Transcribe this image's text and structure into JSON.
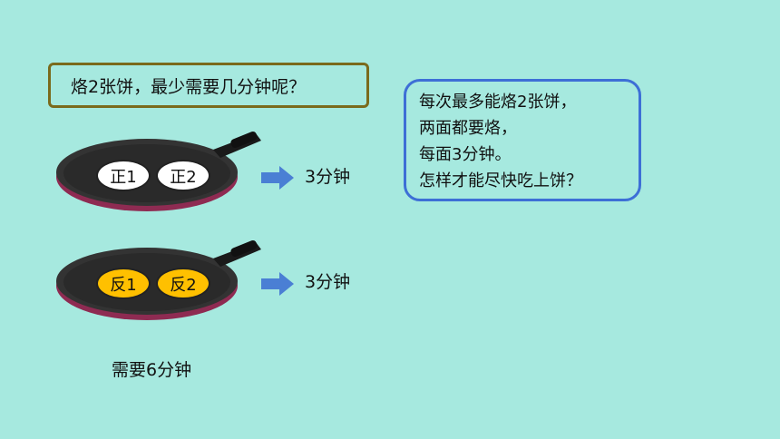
{
  "question": "烙2张饼，最少需要几分钟呢？",
  "rules": [
    "每次最多能烙2张饼，",
    "两面都要烙，",
    "每面3分钟。",
    "怎样才能尽快吃上饼？"
  ],
  "steps": [
    {
      "cakes": [
        "正1",
        "正2"
      ],
      "time": "3分钟"
    },
    {
      "cakes": [
        "反1",
        "反2"
      ],
      "time": "3分钟"
    }
  ],
  "total": "需要6分钟",
  "colors": {
    "background": "#a6e9df",
    "question_border": "#7a6a1c",
    "rules_border": "#3d6fd6",
    "front_cake": "#ffffff",
    "back_cake": "#ffc000",
    "arrow": "#4a7fd4",
    "pan_rim": "#8e2b52"
  }
}
